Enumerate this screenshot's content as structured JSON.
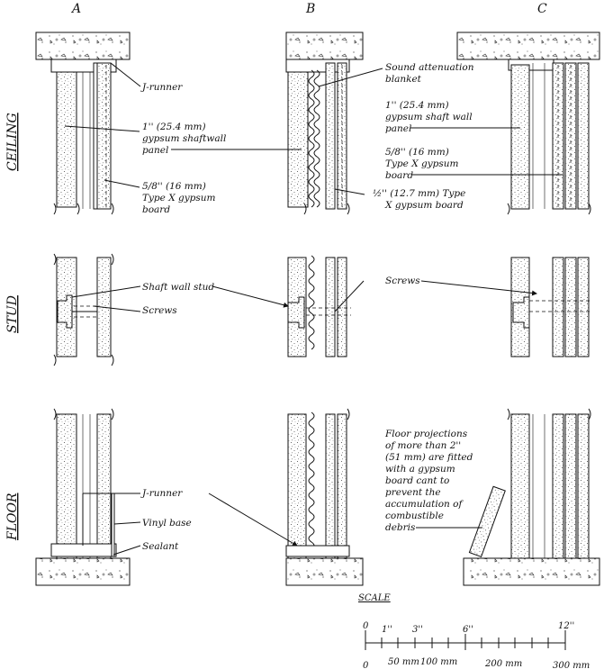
{
  "columns": [
    "A",
    "B",
    "C"
  ],
  "rows": [
    "CEILING",
    "STUD",
    "FLOOR"
  ],
  "labels": {
    "j_runner_top": "J-runner",
    "shaftwall_1": "1'' (25.4 mm)",
    "shaftwall_2": "gypsum shaftwall",
    "shaftwall_3": "panel",
    "typex_a_1": "5/8'' (16 mm)",
    "typex_a_2": "Type X gypsum",
    "typex_a_3": "board",
    "sound_1": "Sound attenuation",
    "sound_2": "blanket",
    "shaftwallc_1": "1'' (25.4 mm)",
    "shaftwallc_2": "gypsum shaft wall",
    "shaftwallc_3": "panel",
    "typex_c_1": "5/8'' (16 mm)",
    "typex_c_2": "Type X gypsum",
    "typex_c_3": "board",
    "half_1": "½'' (12.7 mm) Type",
    "half_2": "X gypsum board",
    "stud": "Shaft wall stud",
    "screws_a": "Screws",
    "screws_b": "Screws",
    "j_runner_bottom": "J-runner",
    "vinyl": "Vinyl base",
    "sealant": "Sealant",
    "floor_note_1": "Floor projections",
    "floor_note_2": "of more than 2''",
    "floor_note_3": "(51 mm) are fitted",
    "floor_note_4": "with a gypsum",
    "floor_note_5": "board cant to",
    "floor_note_6": "prevent the",
    "floor_note_7": "accumulation of",
    "floor_note_8": "combustible",
    "floor_note_9": "debris"
  },
  "scale": {
    "title": "SCALE",
    "inch_0": "0",
    "inch_1": "1''",
    "inch_3": "3''",
    "inch_6": "6''",
    "inch_12": "12''",
    "mm_0": "0",
    "mm_50": "50 mm",
    "mm_100": "100 mm",
    "mm_200": "200 mm",
    "mm_300": "300 mm"
  }
}
